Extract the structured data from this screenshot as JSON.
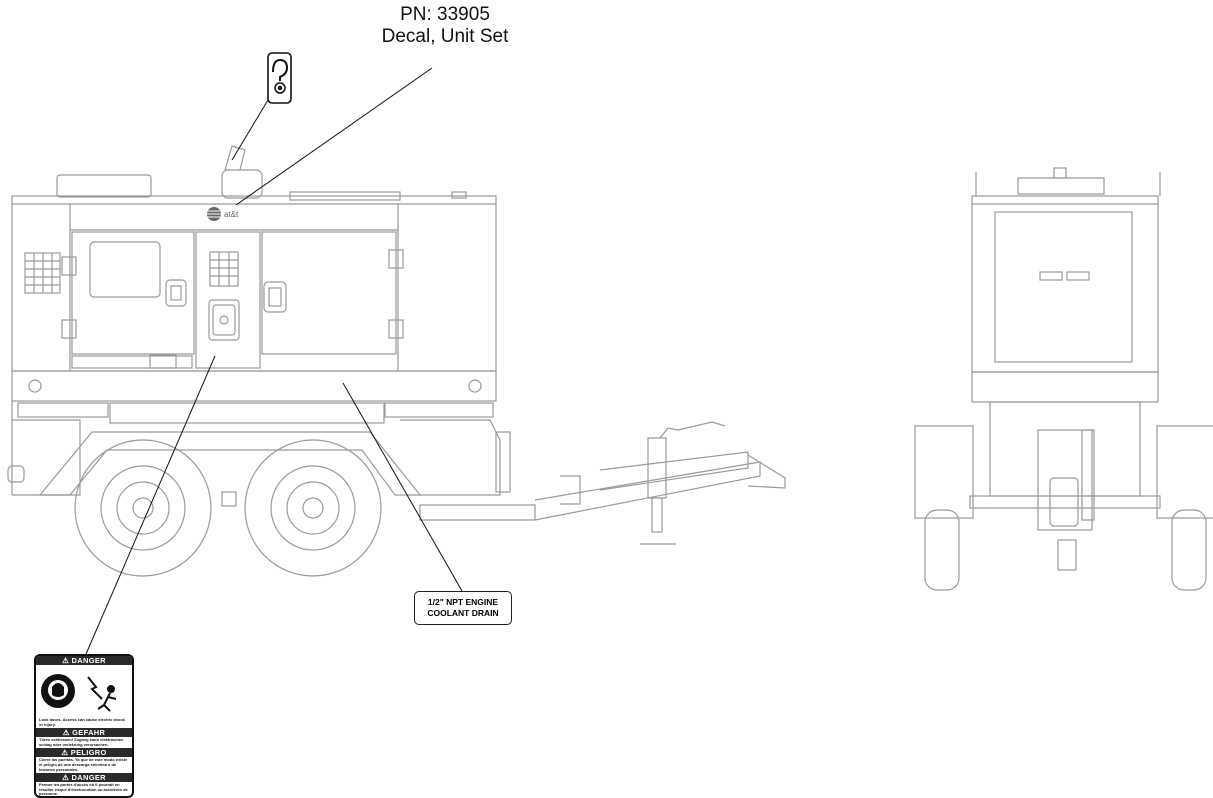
{
  "callouts": {
    "part_number": "PN: 33905",
    "part_name": "Decal, Unit Set",
    "drain_line1": "1/2\" NPT ENGINE",
    "drain_line2": "COOLANT DRAIN"
  },
  "badge": {
    "logo_text": "at&t"
  },
  "danger_decal": {
    "danger_en": "DANGER",
    "text_en": "Lock doors. Access can cause electric shock or injury.",
    "danger_de": "GEFAHR",
    "text_de": "Türen schliessen! Zugang kann elektrischen schlag oder verletzung verursachen.",
    "danger_es": "PELIGRO",
    "text_es": "Cierre las puertas. Ya que de este modo existe el peligro de una descarga eléctrica o de lesiones personales.",
    "danger_fr": "DANGER",
    "text_fr": "Fermer les portes d'accès où il pourrait en résulter risque d'électrocution ou accidents de personne."
  },
  "colors": {
    "line": "#9a9a9a",
    "ink": "#111111",
    "decal_header": "#2a2a2a"
  }
}
